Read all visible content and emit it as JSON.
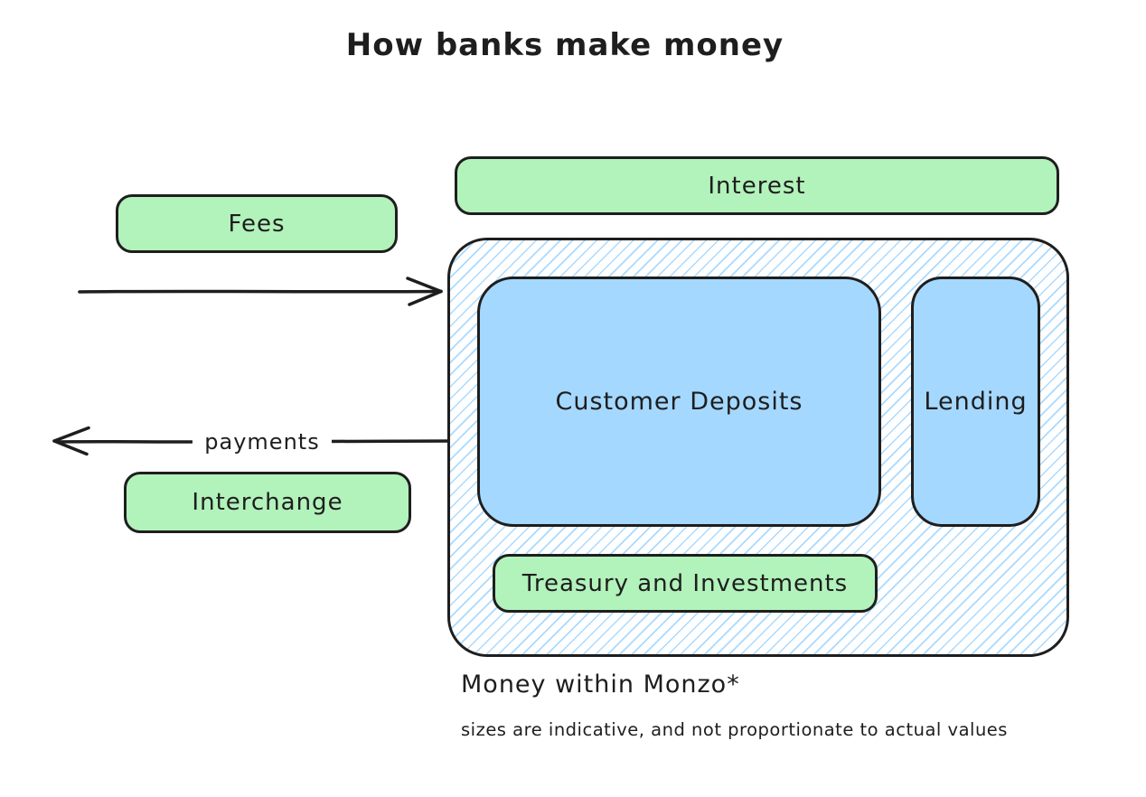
{
  "title": "How banks make money",
  "colors": {
    "income_fill": "#b2f2bb",
    "asset_fill": "#a5d8ff",
    "stroke": "#1e1e1e",
    "hatch": "#a5d8ff",
    "background": "#ffffff"
  },
  "boxes": {
    "interest": {
      "label": "Interest",
      "fill": "#b2f2bb"
    },
    "fees": {
      "label": "Fees",
      "fill": "#b2f2bb"
    },
    "interchange": {
      "label": "Interchange",
      "fill": "#b2f2bb"
    },
    "customer_deposits": {
      "label": "Customer Deposits",
      "fill": "#a5d8ff"
    },
    "lending": {
      "label": "Lending",
      "fill": "#a5d8ff"
    },
    "treasury": {
      "label": "Treasury and Investments",
      "fill": "#b2f2bb"
    }
  },
  "arrows": {
    "inflow": {
      "direction": "right",
      "label": ""
    },
    "payments": {
      "direction": "left",
      "label": "payments"
    }
  },
  "captions": {
    "container_label": "Money within Monzo*",
    "footnote": "sizes are indicative, and not proportionate to actual values"
  }
}
